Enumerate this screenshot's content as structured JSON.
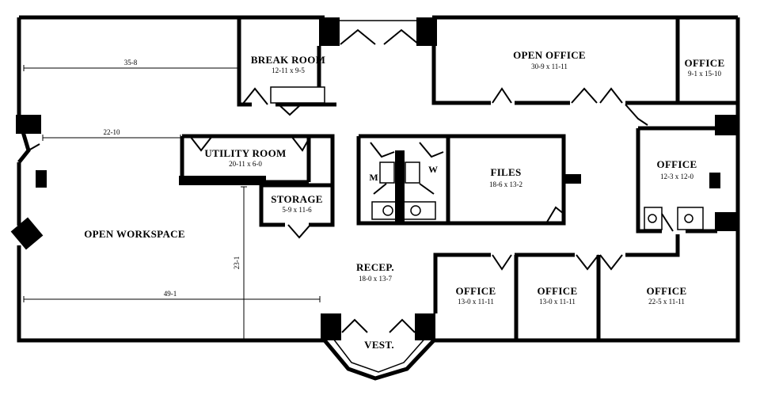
{
  "rooms": {
    "break_room": {
      "name": "BREAK ROOM",
      "dims": "12-11 x 9-5"
    },
    "open_office": {
      "name": "OPEN OFFICE",
      "dims": "30-9 x 11-11"
    },
    "office_ne": {
      "name": "OFFICE",
      "dims": "9-1 x 15-10"
    },
    "utility_room": {
      "name": "UTILITY ROOM",
      "dims": "20-11 x 6-0"
    },
    "storage": {
      "name": "STORAGE",
      "dims": "5-9 x 11-6"
    },
    "files": {
      "name": "FILES",
      "dims": "18-6 x 13-2"
    },
    "office_e": {
      "name": "OFFICE",
      "dims": "12-3 x 12-0"
    },
    "open_workspace": {
      "name": "OPEN WORKSPACE"
    },
    "recep": {
      "name": "RECEP.",
      "dims": "18-0 x 13-7"
    },
    "office_s1": {
      "name": "OFFICE",
      "dims": "13-0 x 11-11"
    },
    "office_s2": {
      "name": "OFFICE",
      "dims": "13-0 x 11-11"
    },
    "office_se": {
      "name": "OFFICE",
      "dims": "22-5 x 11-11"
    },
    "vest": {
      "name": "VEST."
    }
  },
  "restrooms": {
    "men": "M",
    "women": "W"
  },
  "dimensions": {
    "top_left_width": "35-8",
    "workspace_width": "22-10",
    "workspace_height": "23-1",
    "bottom_left_width": "49-1"
  }
}
